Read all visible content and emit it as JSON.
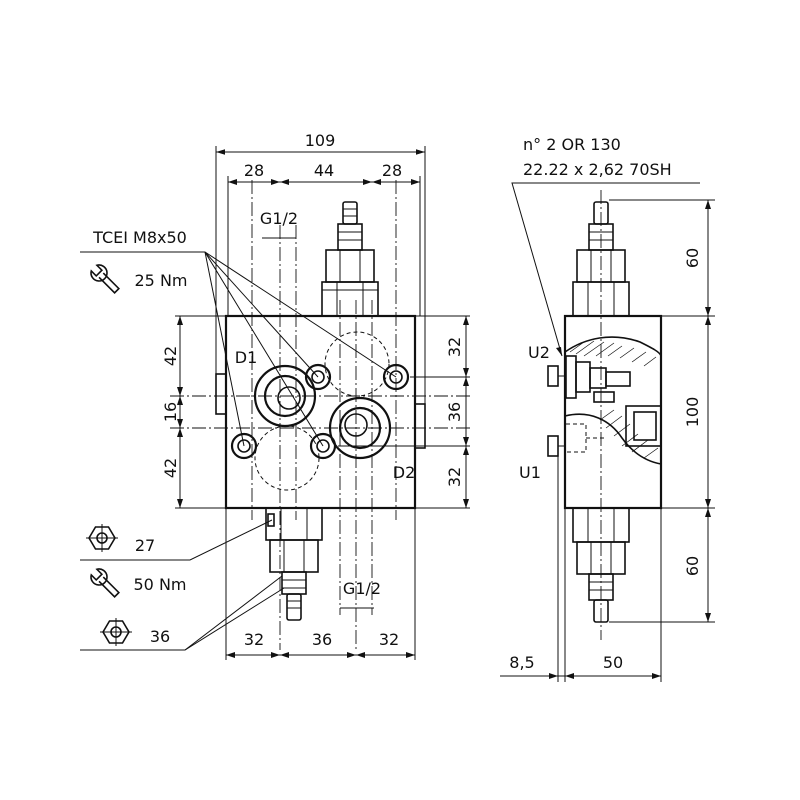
{
  "dimensions": {
    "overall_width": "109",
    "left_offset": "28",
    "middle": "44",
    "right_offset": "28",
    "port_g_top": "G1/2",
    "port_g_bottom": "G1/2",
    "left_top": "42",
    "left_mid": "16",
    "left_bottom": "42",
    "right_top": "32",
    "right_mid": "36",
    "right_bottom": "32",
    "bottom_left": "32",
    "bottom_mid": "36",
    "bottom_right": "32",
    "side_top": "60",
    "side_mid": "100",
    "side_bottom": "60",
    "side_offset": "8,5",
    "side_width": "50"
  },
  "ports": {
    "d1": "D1",
    "d2": "D2",
    "u1": "U1",
    "u2": "U2"
  },
  "notes": {
    "screw": "TCEI M8x50",
    "torque_top": "25 Nm",
    "hex_27": "27",
    "torque_bottom": "50 Nm",
    "hex_36": "36",
    "oring_line1": "n° 2 OR 130",
    "oring_line2": "22.22 x 2,62 70SH"
  },
  "icons": [
    "wrench-icon",
    "hex-nut-icon"
  ]
}
